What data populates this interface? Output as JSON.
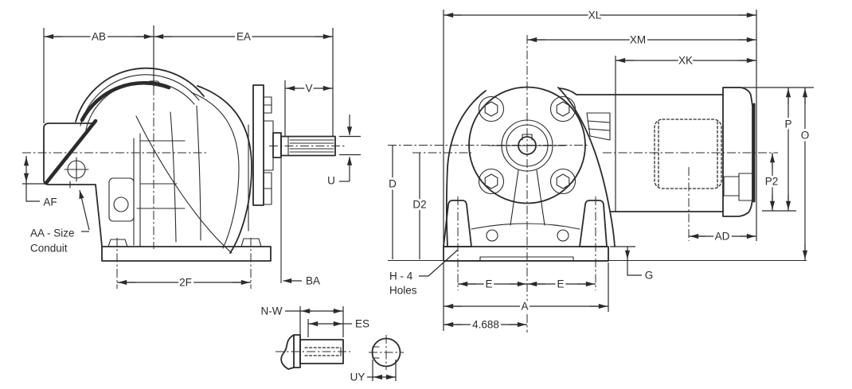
{
  "figure": {
    "type": "technical-dimension-drawing",
    "subject": "Gearmotor outline dimension drawing, side view, shaft detail and front view"
  },
  "colors": {
    "ink": "#2b2b2b",
    "background": "#ffffff"
  },
  "labels": {
    "side": {
      "ab": "AB",
      "ea": "EA",
      "v": "V",
      "u": "U",
      "af": "AF",
      "aa_size_line1": "AA - Size",
      "aa_size_line2": "Conduit",
      "two_f": "2F",
      "ba": "BA"
    },
    "shaft": {
      "nw": "N-W",
      "es": "ES",
      "uy": "UY"
    },
    "front": {
      "xl": "XL",
      "xm": "XM",
      "xk": "XK",
      "p": "P",
      "o": "O",
      "p2": "P2",
      "ad": "AD",
      "g": "G",
      "d": "D",
      "d2": "D2",
      "h_holes_line1": "H - 4",
      "h_holes_line2": "Holes",
      "e": "E",
      "a": "A",
      "base_dim": "4.688"
    }
  }
}
